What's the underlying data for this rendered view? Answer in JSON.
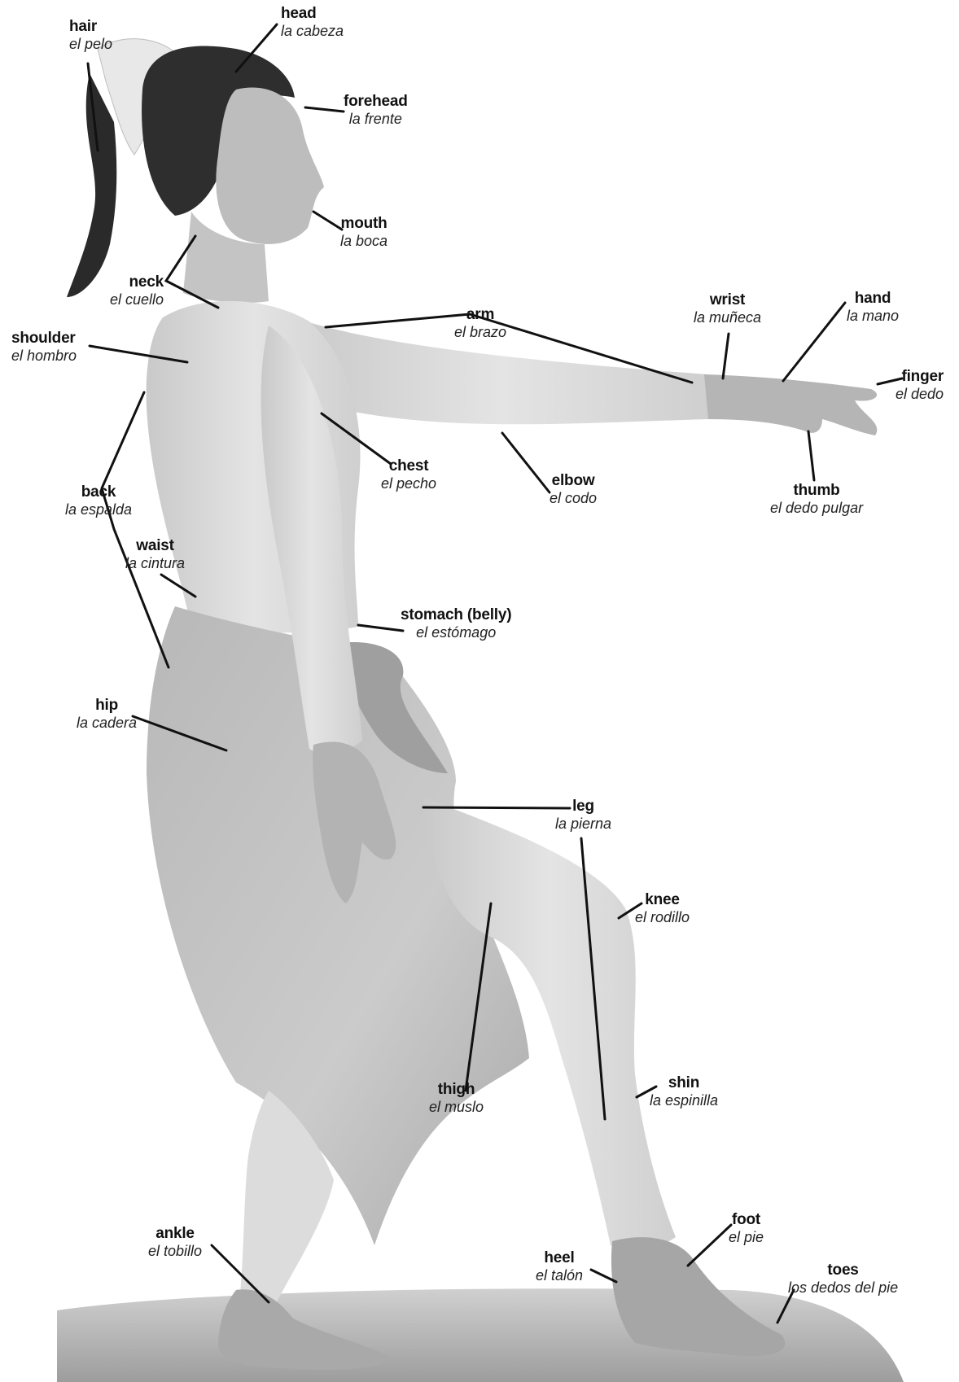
{
  "labels": [
    {
      "key": "hair",
      "en": "hair",
      "es": "el pelo"
    },
    {
      "key": "head",
      "en": "head",
      "es": "la cabeza"
    },
    {
      "key": "forehead",
      "en": "forehead",
      "es": "la frente"
    },
    {
      "key": "mouth",
      "en": "mouth",
      "es": "la boca"
    },
    {
      "key": "neck",
      "en": "neck",
      "es": "el cuello"
    },
    {
      "key": "shoulder",
      "en": "shoulder",
      "es": "el hombro"
    },
    {
      "key": "arm",
      "en": "arm",
      "es": "el brazo"
    },
    {
      "key": "wrist",
      "en": "wrist",
      "es": "la muñeca"
    },
    {
      "key": "hand",
      "en": "hand",
      "es": "la mano"
    },
    {
      "key": "finger",
      "en": "finger",
      "es": "el dedo"
    },
    {
      "key": "back",
      "en": "back",
      "es": "la espalda"
    },
    {
      "key": "chest",
      "en": "chest",
      "es": "el pecho"
    },
    {
      "key": "elbow",
      "en": "elbow",
      "es": "el codo"
    },
    {
      "key": "thumb",
      "en": "thumb",
      "es": "el dedo pulgar"
    },
    {
      "key": "waist",
      "en": "waist",
      "es": "la cintura"
    },
    {
      "key": "stomach",
      "en": "stomach (belly)",
      "es": "el estómago"
    },
    {
      "key": "hip",
      "en": "hip",
      "es": "la cadera"
    },
    {
      "key": "leg",
      "en": "leg",
      "es": "la pierna"
    },
    {
      "key": "knee",
      "en": "knee",
      "es": "el rodillo"
    },
    {
      "key": "thigh",
      "en": "thigh",
      "es": "el muslo"
    },
    {
      "key": "shin",
      "en": "shin",
      "es": "la espinilla"
    },
    {
      "key": "ankle",
      "en": "ankle",
      "es": "el tobillo"
    },
    {
      "key": "foot",
      "en": "foot",
      "es": "el pie"
    },
    {
      "key": "heel",
      "en": "heel",
      "es": "el talón"
    },
    {
      "key": "toes",
      "en": "toes",
      "es": "los dedos del pie"
    }
  ]
}
